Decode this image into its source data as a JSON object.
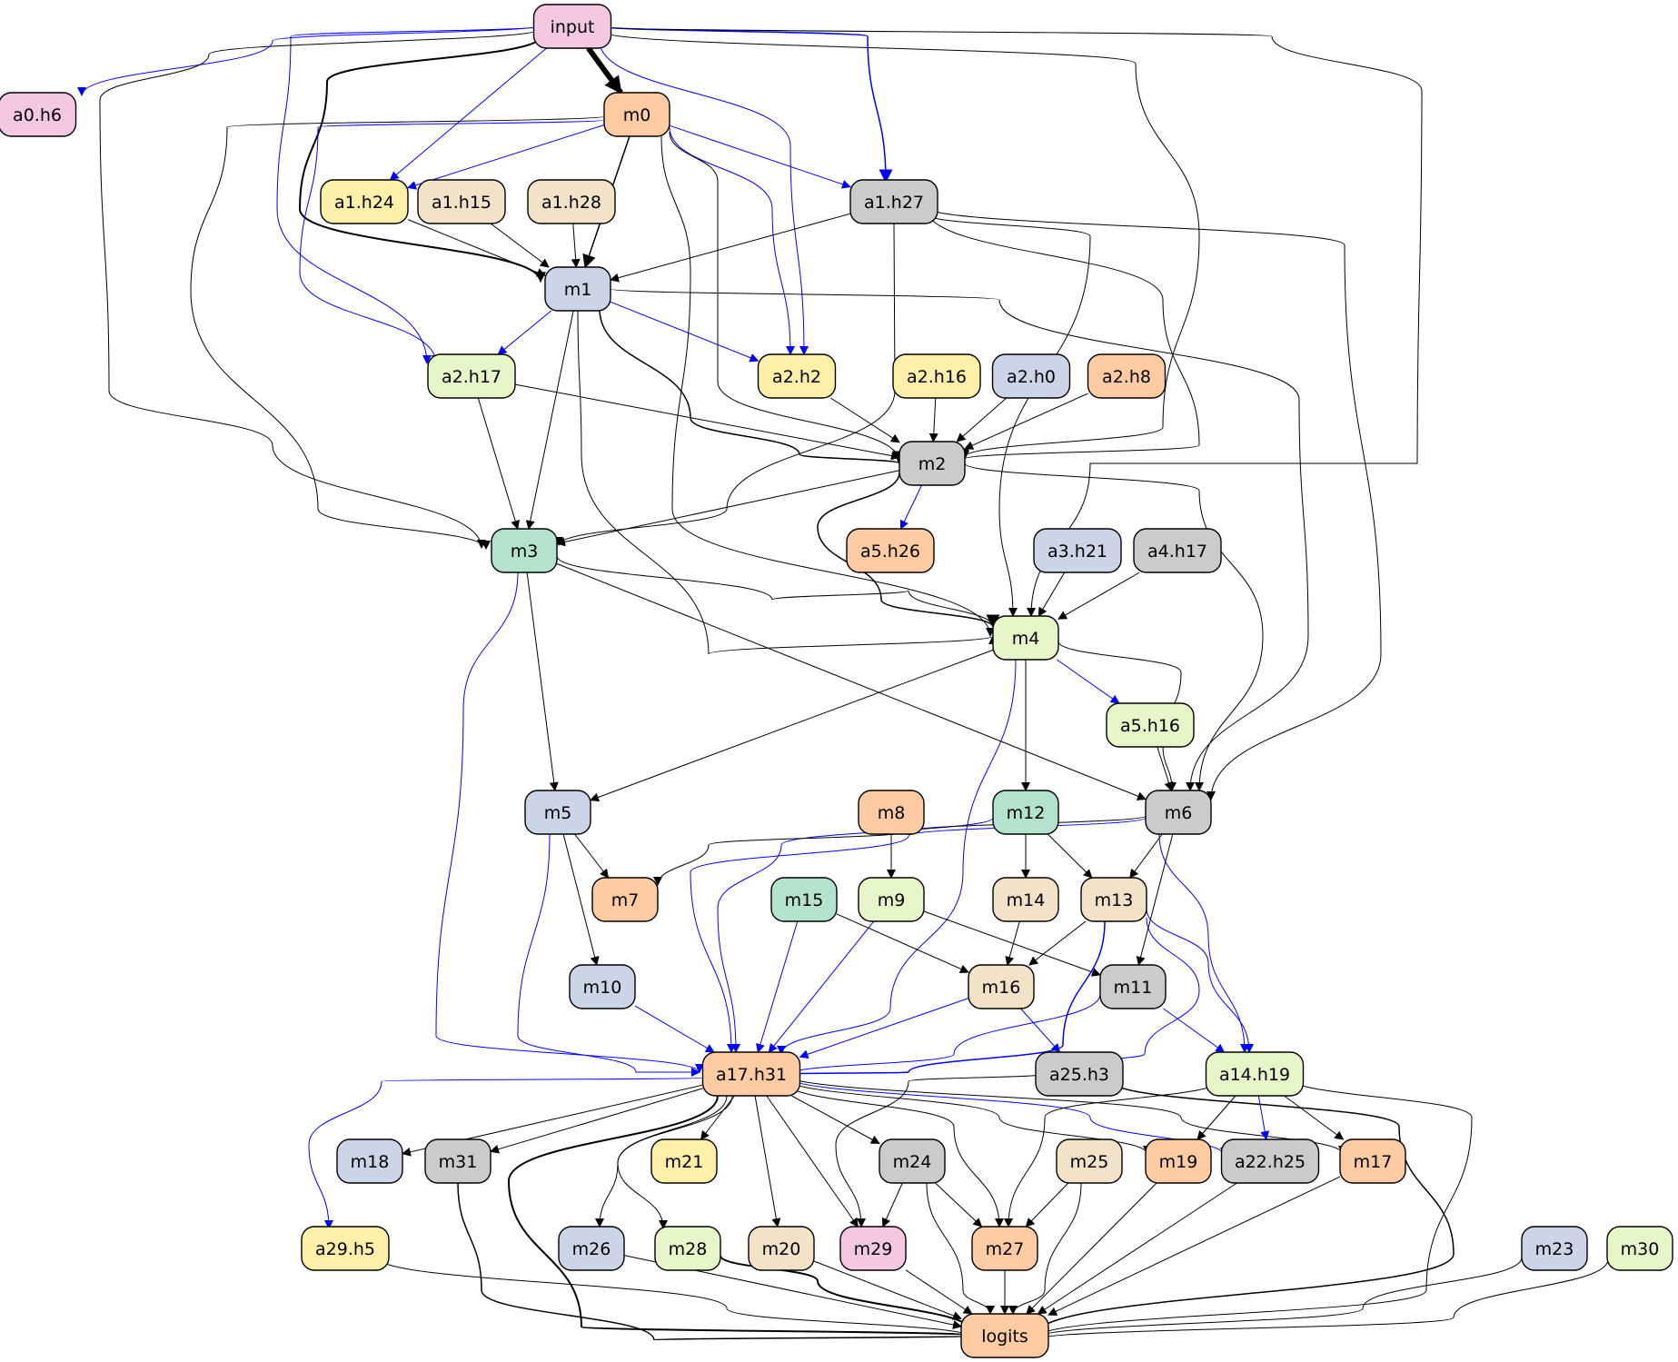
{
  "colors": {
    "pink": "#f4c8e2",
    "peach": "#fecba3",
    "yellow": "#fef0a9",
    "tan": "#f1e2c8",
    "gray": "#cbcbcb",
    "blue": "#cbd5e7",
    "lightgreen": "#e6f6c9",
    "mint": "#b3e2cd",
    "edge_black": "#000000",
    "edge_blue": "#0000ff"
  },
  "nodes": [
    {
      "id": "input",
      "label": "input",
      "color": "pink"
    },
    {
      "id": "a0.h6",
      "label": "a0.h6",
      "color": "pink"
    },
    {
      "id": "m0",
      "label": "m0",
      "color": "peach"
    },
    {
      "id": "a1.h24",
      "label": "a1.h24",
      "color": "yellow"
    },
    {
      "id": "a1.h15",
      "label": "a1.h15",
      "color": "tan"
    },
    {
      "id": "a1.h28",
      "label": "a1.h28",
      "color": "tan"
    },
    {
      "id": "a1.h27",
      "label": "a1.h27",
      "color": "gray"
    },
    {
      "id": "m1",
      "label": "m1",
      "color": "blue"
    },
    {
      "id": "a2.h17",
      "label": "a2.h17",
      "color": "lightgreen"
    },
    {
      "id": "a2.h2",
      "label": "a2.h2",
      "color": "yellow"
    },
    {
      "id": "a2.h16",
      "label": "a2.h16",
      "color": "yellow"
    },
    {
      "id": "a2.h0",
      "label": "a2.h0",
      "color": "blue"
    },
    {
      "id": "a2.h8",
      "label": "a2.h8",
      "color": "peach"
    },
    {
      "id": "m2",
      "label": "m2",
      "color": "gray"
    },
    {
      "id": "m3",
      "label": "m3",
      "color": "mint"
    },
    {
      "id": "a5.h26",
      "label": "a5.h26",
      "color": "peach"
    },
    {
      "id": "a3.h21",
      "label": "a3.h21",
      "color": "blue"
    },
    {
      "id": "a4.h17",
      "label": "a4.h17",
      "color": "gray"
    },
    {
      "id": "m4",
      "label": "m4",
      "color": "lightgreen"
    },
    {
      "id": "a5.h16",
      "label": "a5.h16",
      "color": "lightgreen"
    },
    {
      "id": "m5",
      "label": "m5",
      "color": "blue"
    },
    {
      "id": "m8",
      "label": "m8",
      "color": "peach"
    },
    {
      "id": "m12",
      "label": "m12",
      "color": "mint"
    },
    {
      "id": "m6",
      "label": "m6",
      "color": "gray"
    },
    {
      "id": "m7",
      "label": "m7",
      "color": "peach"
    },
    {
      "id": "m15",
      "label": "m15",
      "color": "mint"
    },
    {
      "id": "m9",
      "label": "m9",
      "color": "lightgreen"
    },
    {
      "id": "m14",
      "label": "m14",
      "color": "tan"
    },
    {
      "id": "m13",
      "label": "m13",
      "color": "tan"
    },
    {
      "id": "m10",
      "label": "m10",
      "color": "blue"
    },
    {
      "id": "m16",
      "label": "m16",
      "color": "tan"
    },
    {
      "id": "m11",
      "label": "m11",
      "color": "gray"
    },
    {
      "id": "a17.h31",
      "label": "a17.h31",
      "color": "peach"
    },
    {
      "id": "a25.h3",
      "label": "a25.h3",
      "color": "gray"
    },
    {
      "id": "a14.h19",
      "label": "a14.h19",
      "color": "lightgreen"
    },
    {
      "id": "m18",
      "label": "m18",
      "color": "blue"
    },
    {
      "id": "m31",
      "label": "m31",
      "color": "gray"
    },
    {
      "id": "m21",
      "label": "m21",
      "color": "yellow"
    },
    {
      "id": "m24",
      "label": "m24",
      "color": "gray"
    },
    {
      "id": "m25",
      "label": "m25",
      "color": "tan"
    },
    {
      "id": "m19",
      "label": "m19",
      "color": "peach"
    },
    {
      "id": "a22.h25",
      "label": "a22.h25",
      "color": "gray"
    },
    {
      "id": "m17",
      "label": "m17",
      "color": "peach"
    },
    {
      "id": "a29.h5",
      "label": "a29.h5",
      "color": "yellow"
    },
    {
      "id": "m26",
      "label": "m26",
      "color": "blue"
    },
    {
      "id": "m28",
      "label": "m28",
      "color": "lightgreen"
    },
    {
      "id": "m20",
      "label": "m20",
      "color": "tan"
    },
    {
      "id": "m29",
      "label": "m29",
      "color": "pink"
    },
    {
      "id": "m27",
      "label": "m27",
      "color": "peach"
    },
    {
      "id": "m23",
      "label": "m23",
      "color": "blue"
    },
    {
      "id": "m30",
      "label": "m30",
      "color": "lightgreen"
    },
    {
      "id": "logits",
      "label": "logits",
      "color": "peach"
    }
  ],
  "edges": [
    {
      "from": "input",
      "to": "a0.h6",
      "color": "edge_blue",
      "weight": 1
    },
    {
      "from": "input",
      "to": "m0",
      "color": "edge_black",
      "weight": 6
    },
    {
      "from": "input",
      "to": "a1.h24",
      "color": "edge_blue",
      "weight": 1
    },
    {
      "from": "input",
      "to": "a1.h27",
      "color": "edge_blue",
      "weight": 1.5
    },
    {
      "from": "input",
      "to": "m1",
      "color": "edge_black",
      "weight": 2
    },
    {
      "from": "input",
      "to": "a2.h17",
      "color": "edge_blue",
      "weight": 1
    },
    {
      "from": "input",
      "to": "a2.h2",
      "color": "edge_blue",
      "weight": 1
    },
    {
      "from": "input",
      "to": "m2",
      "color": "edge_black",
      "weight": 1
    },
    {
      "from": "input",
      "to": "m3",
      "color": "edge_black",
      "weight": 1
    },
    {
      "from": "input",
      "to": "m4",
      "color": "edge_black",
      "weight": 1
    },
    {
      "from": "m0",
      "to": "a1.h24",
      "color": "edge_blue",
      "weight": 1
    },
    {
      "from": "m0",
      "to": "a1.h27",
      "color": "edge_blue",
      "weight": 1
    },
    {
      "from": "m0",
      "to": "m1",
      "color": "edge_black",
      "weight": 1.5
    },
    {
      "from": "m0",
      "to": "a2.h17",
      "color": "edge_blue",
      "weight": 1
    },
    {
      "from": "m0",
      "to": "a2.h2",
      "color": "edge_blue",
      "weight": 1
    },
    {
      "from": "m0",
      "to": "m2",
      "color": "edge_black",
      "weight": 1
    },
    {
      "from": "m0",
      "to": "m3",
      "color": "edge_black",
      "weight": 1
    },
    {
      "from": "m0",
      "to": "m4",
      "color": "edge_black",
      "weight": 1
    },
    {
      "from": "a1.h24",
      "to": "m1",
      "color": "edge_black",
      "weight": 1
    },
    {
      "from": "a1.h15",
      "to": "m1",
      "color": "edge_black",
      "weight": 1
    },
    {
      "from": "a1.h28",
      "to": "m1",
      "color": "edge_black",
      "weight": 1
    },
    {
      "from": "a1.h27",
      "to": "m1",
      "color": "edge_black",
      "weight": 1
    },
    {
      "from": "a1.h27",
      "to": "m2",
      "color": "edge_black",
      "weight": 1
    },
    {
      "from": "a1.h27",
      "to": "m3",
      "color": "edge_black",
      "weight": 1
    },
    {
      "from": "a1.h27",
      "to": "m4",
      "color": "edge_black",
      "weight": 1
    },
    {
      "from": "a1.h27",
      "to": "m6",
      "color": "edge_black",
      "weight": 1
    },
    {
      "from": "m1",
      "to": "a2.h17",
      "color": "edge_blue",
      "weight": 1
    },
    {
      "from": "m1",
      "to": "a2.h2",
      "color": "edge_blue",
      "weight": 1
    },
    {
      "from": "m1",
      "to": "m2",
      "color": "edge_black",
      "weight": 1.5
    },
    {
      "from": "m1",
      "to": "m3",
      "color": "edge_black",
      "weight": 1
    },
    {
      "from": "m1",
      "to": "m4",
      "color": "edge_black",
      "weight": 1
    },
    {
      "from": "m1",
      "to": "m6",
      "color": "edge_black",
      "weight": 1
    },
    {
      "from": "a2.h17",
      "to": "m2",
      "color": "edge_black",
      "weight": 1
    },
    {
      "from": "a2.h17",
      "to": "m3",
      "color": "edge_black",
      "weight": 1
    },
    {
      "from": "a2.h2",
      "to": "m2",
      "color": "edge_black",
      "weight": 1
    },
    {
      "from": "a2.h16",
      "to": "m2",
      "color": "edge_black",
      "weight": 1
    },
    {
      "from": "a2.h0",
      "to": "m2",
      "color": "edge_black",
      "weight": 1
    },
    {
      "from": "a2.h8",
      "to": "m2",
      "color": "edge_black",
      "weight": 1
    },
    {
      "from": "m2",
      "to": "m3",
      "color": "edge_black",
      "weight": 1
    },
    {
      "from": "m2",
      "to": "a5.h26",
      "color": "edge_blue",
      "weight": 1
    },
    {
      "from": "m2",
      "to": "m4",
      "color": "edge_black",
      "weight": 1.5
    },
    {
      "from": "m2",
      "to": "m6",
      "color": "edge_black",
      "weight": 1
    },
    {
      "from": "m3",
      "to": "m4",
      "color": "edge_black",
      "weight": 1
    },
    {
      "from": "m3",
      "to": "m5",
      "color": "edge_black",
      "weight": 1
    },
    {
      "from": "m3",
      "to": "m6",
      "color": "edge_black",
      "weight": 1
    },
    {
      "from": "m3",
      "to": "a17.h31",
      "color": "edge_blue",
      "weight": 1
    },
    {
      "from": "a3.h21",
      "to": "m4",
      "color": "edge_black",
      "weight": 1
    },
    {
      "from": "a4.h17",
      "to": "m4",
      "color": "edge_black",
      "weight": 1
    },
    {
      "from": "m4",
      "to": "a5.h16",
      "color": "edge_blue",
      "weight": 1
    },
    {
      "from": "m4",
      "to": "m5",
      "color": "edge_black",
      "weight": 1
    },
    {
      "from": "m4",
      "to": "m6",
      "color": "edge_black",
      "weight": 1
    },
    {
      "from": "m4",
      "to": "m12",
      "color": "edge_black",
      "weight": 1
    },
    {
      "from": "m4",
      "to": "a17.h31",
      "color": "edge_blue",
      "weight": 1
    },
    {
      "from": "a5.h16",
      "to": "m6",
      "color": "edge_black",
      "weight": 1
    },
    {
      "from": "m5",
      "to": "m7",
      "color": "edge_black",
      "weight": 1
    },
    {
      "from": "m5",
      "to": "m10",
      "color": "edge_black",
      "weight": 1
    },
    {
      "from": "m5",
      "to": "a17.h31",
      "color": "edge_blue",
      "weight": 1
    },
    {
      "from": "m8",
      "to": "m9",
      "color": "edge_black",
      "weight": 1
    },
    {
      "from": "m12",
      "to": "m14",
      "color": "edge_black",
      "weight": 1
    },
    {
      "from": "m12",
      "to": "m13",
      "color": "edge_black",
      "weight": 1
    },
    {
      "from": "m12",
      "to": "a17.h31",
      "color": "edge_blue",
      "weight": 1
    },
    {
      "from": "m6",
      "to": "m7",
      "color": "edge_black",
      "weight": 1
    },
    {
      "from": "m6",
      "to": "m13",
      "color": "edge_black",
      "weight": 1
    },
    {
      "from": "m6",
      "to": "m11",
      "color": "edge_black",
      "weight": 1
    },
    {
      "from": "m6",
      "to": "a14.h19",
      "color": "edge_blue",
      "weight": 1
    },
    {
      "from": "m6",
      "to": "a17.h31",
      "color": "edge_blue",
      "weight": 1
    },
    {
      "from": "m15",
      "to": "m16",
      "color": "edge_black",
      "weight": 1
    },
    {
      "from": "m15",
      "to": "a17.h31",
      "color": "edge_blue",
      "weight": 1
    },
    {
      "from": "m9",
      "to": "m11",
      "color": "edge_black",
      "weight": 1
    },
    {
      "from": "m9",
      "to": "a17.h31",
      "color": "edge_blue",
      "weight": 1
    },
    {
      "from": "m14",
      "to": "m16",
      "color": "edge_black",
      "weight": 1
    },
    {
      "from": "m13",
      "to": "m16",
      "color": "edge_black",
      "weight": 1
    },
    {
      "from": "m13",
      "to": "a17.h31",
      "color": "edge_blue",
      "weight": 1.5
    },
    {
      "from": "m13",
      "to": "a25.h3",
      "color": "edge_blue",
      "weight": 1
    },
    {
      "from": "m13",
      "to": "a14.h19",
      "color": "edge_blue",
      "weight": 1
    },
    {
      "from": "m10",
      "to": "a17.h31",
      "color": "edge_blue",
      "weight": 1
    },
    {
      "from": "m16",
      "to": "a17.h31",
      "color": "edge_blue",
      "weight": 1
    },
    {
      "from": "m16",
      "to": "a25.h3",
      "color": "edge_blue",
      "weight": 1
    },
    {
      "from": "m11",
      "to": "a17.h31",
      "color": "edge_blue",
      "weight": 1
    },
    {
      "from": "m11",
      "to": "a14.h19",
      "color": "edge_blue",
      "weight": 1
    },
    {
      "from": "a17.h31",
      "to": "m18",
      "color": "edge_black",
      "weight": 1
    },
    {
      "from": "a17.h31",
      "to": "m31",
      "color": "edge_black",
      "weight": 1
    },
    {
      "from": "a17.h31",
      "to": "m21",
      "color": "edge_black",
      "weight": 1
    },
    {
      "from": "a17.h31",
      "to": "m24",
      "color": "edge_black",
      "weight": 1
    },
    {
      "from": "a17.h31",
      "to": "m19",
      "color": "edge_black",
      "weight": 1
    },
    {
      "from": "a17.h31",
      "to": "a22.h25",
      "color": "edge_blue",
      "weight": 1
    },
    {
      "from": "a17.h31",
      "to": "m17",
      "color": "edge_black",
      "weight": 1
    },
    {
      "from": "a17.h31",
      "to": "a29.h5",
      "color": "edge_blue",
      "weight": 1
    },
    {
      "from": "a17.h31",
      "to": "m26",
      "color": "edge_black",
      "weight": 1
    },
    {
      "from": "a17.h31",
      "to": "m28",
      "color": "edge_black",
      "weight": 1
    },
    {
      "from": "a17.h31",
      "to": "m20",
      "color": "edge_black",
      "weight": 1
    },
    {
      "from": "a17.h31",
      "to": "m29",
      "color": "edge_black",
      "weight": 1
    },
    {
      "from": "a17.h31",
      "to": "m27",
      "color": "edge_black",
      "weight": 1
    },
    {
      "from": "a17.h31",
      "to": "logits",
      "color": "edge_black",
      "weight": 2
    },
    {
      "from": "a25.h3",
      "to": "m29",
      "color": "edge_black",
      "weight": 1
    },
    {
      "from": "a25.h3",
      "to": "logits",
      "color": "edge_black",
      "weight": 1.5
    },
    {
      "from": "a14.h19",
      "to": "m19",
      "color": "edge_black",
      "weight": 1
    },
    {
      "from": "a14.h19",
      "to": "a22.h25",
      "color": "edge_blue",
      "weight": 1
    },
    {
      "from": "a14.h19",
      "to": "m17",
      "color": "edge_black",
      "weight": 1
    },
    {
      "from": "a14.h19",
      "to": "m27",
      "color": "edge_black",
      "weight": 1
    },
    {
      "from": "a14.h19",
      "to": "logits",
      "color": "edge_black",
      "weight": 1
    },
    {
      "from": "m31",
      "to": "logits",
      "color": "edge_black",
      "weight": 1.5
    },
    {
      "from": "m24",
      "to": "m29",
      "color": "edge_black",
      "weight": 1
    },
    {
      "from": "m24",
      "to": "m27",
      "color": "edge_black",
      "weight": 1
    },
    {
      "from": "m24",
      "to": "logits",
      "color": "edge_black",
      "weight": 1
    },
    {
      "from": "m25",
      "to": "m27",
      "color": "edge_black",
      "weight": 1
    },
    {
      "from": "m25",
      "to": "logits",
      "color": "edge_black",
      "weight": 1
    },
    {
      "from": "m19",
      "to": "logits",
      "color": "edge_black",
      "weight": 1
    },
    {
      "from": "a22.h25",
      "to": "logits",
      "color": "edge_black",
      "weight": 1
    },
    {
      "from": "m17",
      "to": "logits",
      "color": "edge_black",
      "weight": 1
    },
    {
      "from": "a29.h5",
      "to": "logits",
      "color": "edge_black",
      "weight": 1
    },
    {
      "from": "m26",
      "to": "logits",
      "color": "edge_black",
      "weight": 1
    },
    {
      "from": "m28",
      "to": "logits",
      "color": "edge_black",
      "weight": 2
    },
    {
      "from": "m20",
      "to": "logits",
      "color": "edge_black",
      "weight": 1
    },
    {
      "from": "m29",
      "to": "logits",
      "color": "edge_black",
      "weight": 1
    },
    {
      "from": "m27",
      "to": "logits",
      "color": "edge_black",
      "weight": 1
    },
    {
      "from": "m23",
      "to": "logits",
      "color": "edge_black",
      "weight": 1
    },
    {
      "from": "m30",
      "to": "logits",
      "color": "edge_black",
      "weight": 1
    }
  ]
}
